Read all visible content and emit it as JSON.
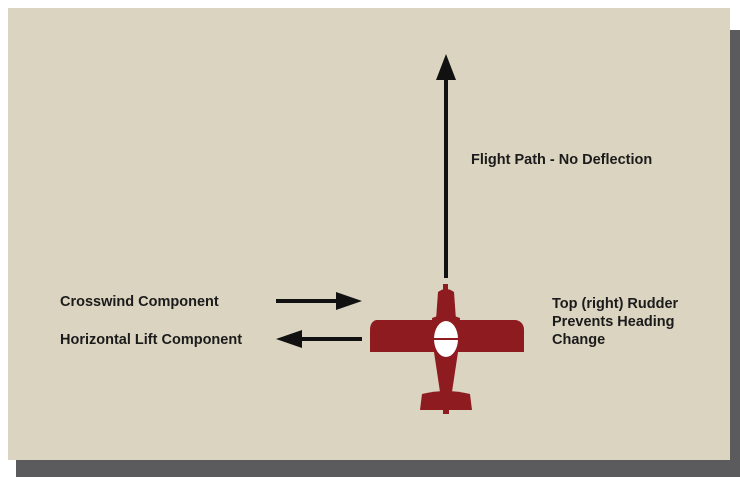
{
  "labels": {
    "flight_path": "Flight Path - No Deflection",
    "crosswind": "Crosswind Component",
    "horizontal_lift": "Horizontal Lift Component",
    "rudder": "Top (right) Rudder\nPrevents Heading\nChange"
  },
  "colors": {
    "background": "#dbd4c0",
    "shadow": "#5b5b5e",
    "airplane": "#8e1b1f",
    "arrow": "#111111",
    "text": "#1b1b1b"
  },
  "icons": {
    "airplane": "airplane-top-view-icon"
  }
}
